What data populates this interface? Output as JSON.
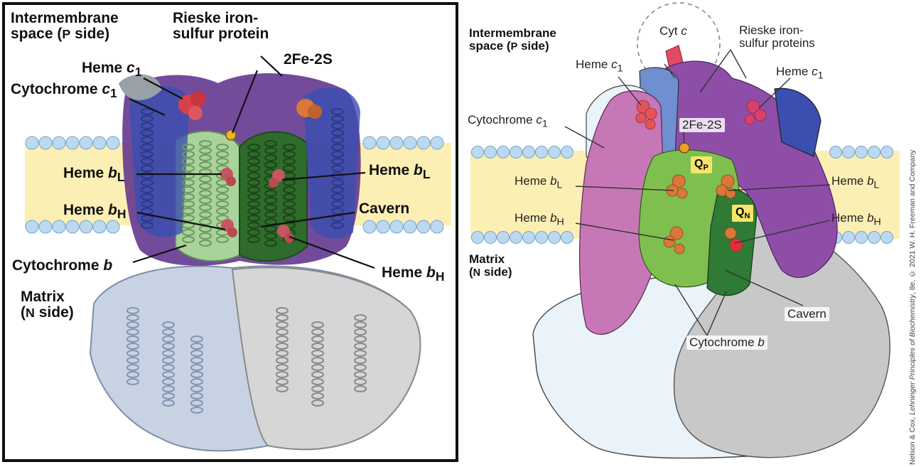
{
  "left_panel": {
    "intermembrane": [
      "Intermembrane",
      "space (",
      "P",
      " side)"
    ],
    "rieske": [
      "Rieske iron-",
      "sulfur protein"
    ],
    "fe2s": "2Fe-2S",
    "heme_c1": [
      "Heme ",
      "c",
      "1"
    ],
    "cytochrome_c1": [
      "Cytochrome ",
      "c",
      "1"
    ],
    "heme_bL_left": [
      "Heme ",
      "b",
      "L"
    ],
    "heme_bL_right": [
      "Heme ",
      "b",
      "L"
    ],
    "heme_bH_left": [
      "Heme ",
      "b",
      "H"
    ],
    "heme_bH_right": [
      "Heme ",
      "b",
      "H"
    ],
    "cavern": "Cavern",
    "cytochrome_b": [
      "Cytochrome ",
      "b"
    ],
    "matrix": [
      "Matrix",
      "(",
      "N",
      " side)"
    ]
  },
  "right_panel": {
    "intermembrane": [
      "Intermembrane",
      "space (",
      "P",
      " side)"
    ],
    "cyt_c": [
      "Cyt ",
      "c"
    ],
    "rieske": [
      "Rieske iron-",
      "sulfur proteins"
    ],
    "heme_c1_left": [
      "Heme ",
      "c",
      "1"
    ],
    "heme_c1_right": [
      "Heme ",
      "c",
      "1"
    ],
    "cytochrome_c1": [
      "Cytochrome ",
      "c",
      "1"
    ],
    "fe2s": "2Fe-2S",
    "qp": [
      "Q",
      "P"
    ],
    "qn": [
      "Q",
      "N"
    ],
    "heme_bL_left": [
      "Heme ",
      "b",
      "L"
    ],
    "heme_bL_right": [
      "Heme ",
      "b",
      "L"
    ],
    "heme_bH_left": [
      "Heme ",
      "b",
      "H"
    ],
    "heme_bH_right": [
      "Heme ",
      "b",
      "H"
    ],
    "matrix": [
      "Matrix",
      "(",
      "N",
      " side)"
    ],
    "cavern": "Cavern",
    "cytochrome_b": [
      "Cytochrome ",
      "b"
    ]
  },
  "credit": {
    "prefix": "Nelson & Cox, ",
    "book": "Lehninger Principles of Biochemistry",
    "suffix": ", 8e, © 2021 W. H. Freeman and Company"
  },
  "colors": {
    "membrane_core": "#fcefb4",
    "lipid_head": "#bcd9f2",
    "cyt_b_light": "#a9d39a",
    "cyt_b_dark": "#2f6b2b",
    "rieske_purple": "#8e4ea8",
    "cyt_c1_blue": "#3a4fb0",
    "heme_red": "#d9404a",
    "heme_orange": "#d9783a",
    "pink_subunit": "#c777b6",
    "matrix_light": "#eaf2fa",
    "matrix_gray": "#c8c8c8",
    "q_site": "#f6e56a"
  }
}
